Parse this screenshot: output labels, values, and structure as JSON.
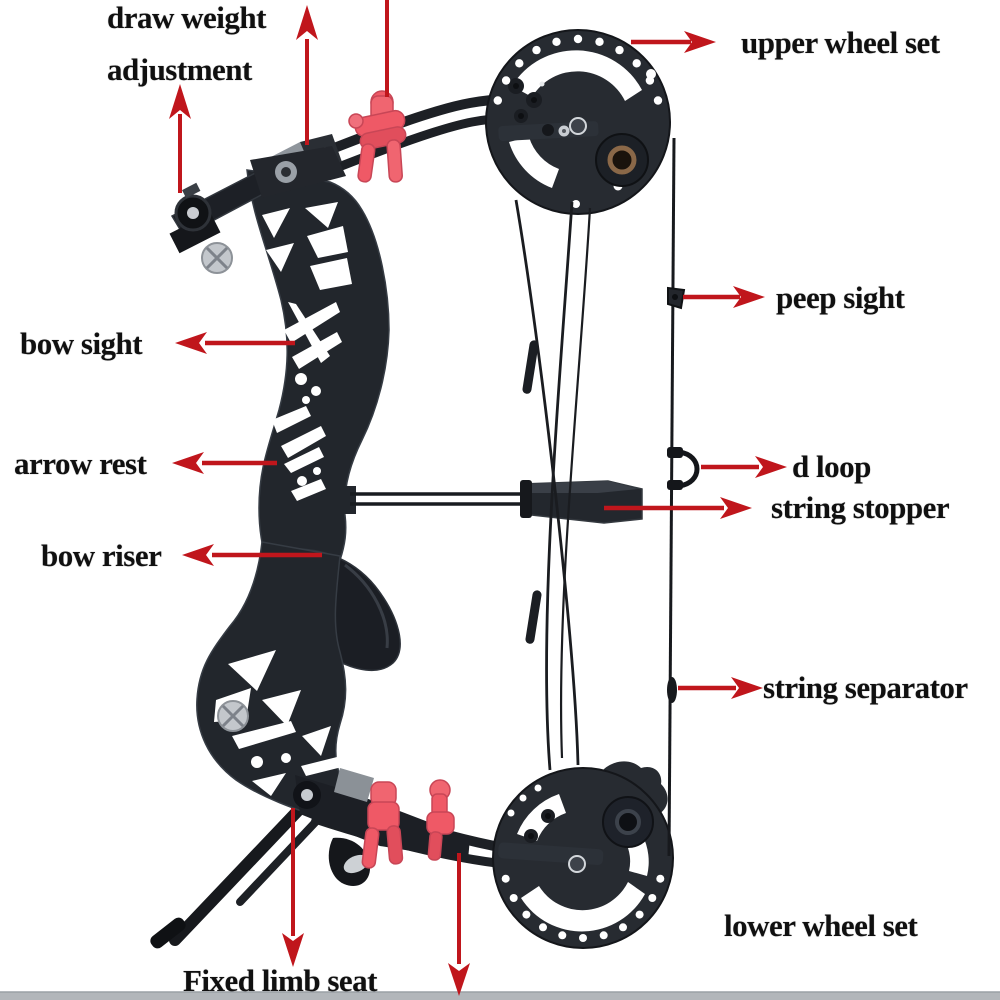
{
  "figure": {
    "type": "labeled-parts-diagram",
    "subject": "compound bow with archery accessories",
    "background_color": "#ffffff",
    "arrow_color": "#c0161c",
    "label_color": "#101010",
    "bow_color": "#22262c",
    "dampener_color": "#ef5966",
    "silver_color": "#c7cbd0"
  },
  "labels": {
    "draw_weight_line1": "draw weight",
    "draw_weight_line2": "adjustment",
    "upper_wheel_set": "upper wheel set",
    "peep_sight": "peep sight",
    "bow_sight": "bow sight",
    "arrow_rest": "arrow rest",
    "d_loop": "d loop",
    "string_stopper": "string stopper",
    "bow_riser": "bow riser",
    "string_separator": "string separator",
    "fixed_limb_seat": "Fixed limb seat",
    "lower_wheel_set": "lower wheel set"
  }
}
